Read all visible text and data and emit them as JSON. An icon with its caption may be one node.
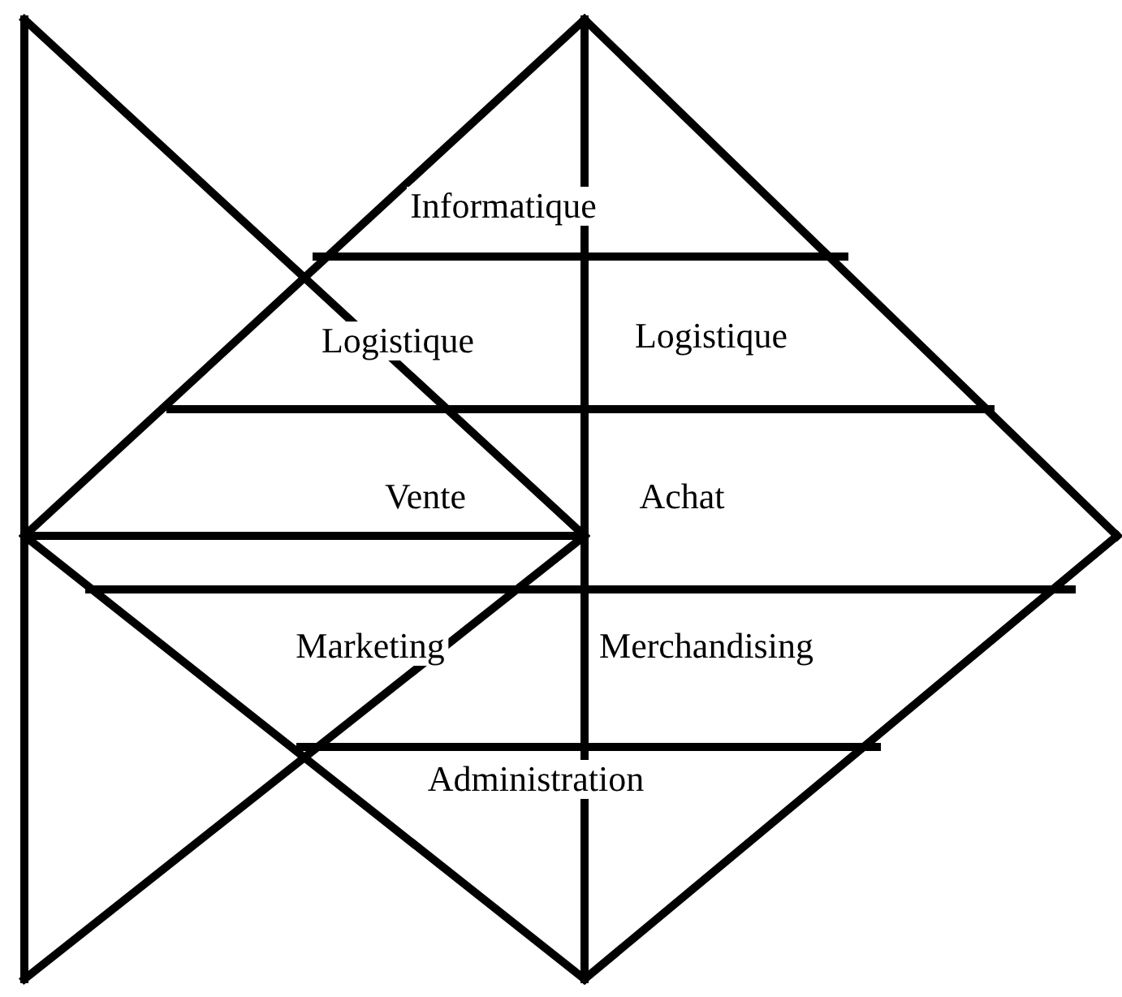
{
  "diagram": {
    "labels": [
      "Informatique",
      "Logistique",
      "Logistique",
      "Vente",
      "Achat",
      "Marketing",
      "Merchandising",
      "Administration"
    ]
  }
}
